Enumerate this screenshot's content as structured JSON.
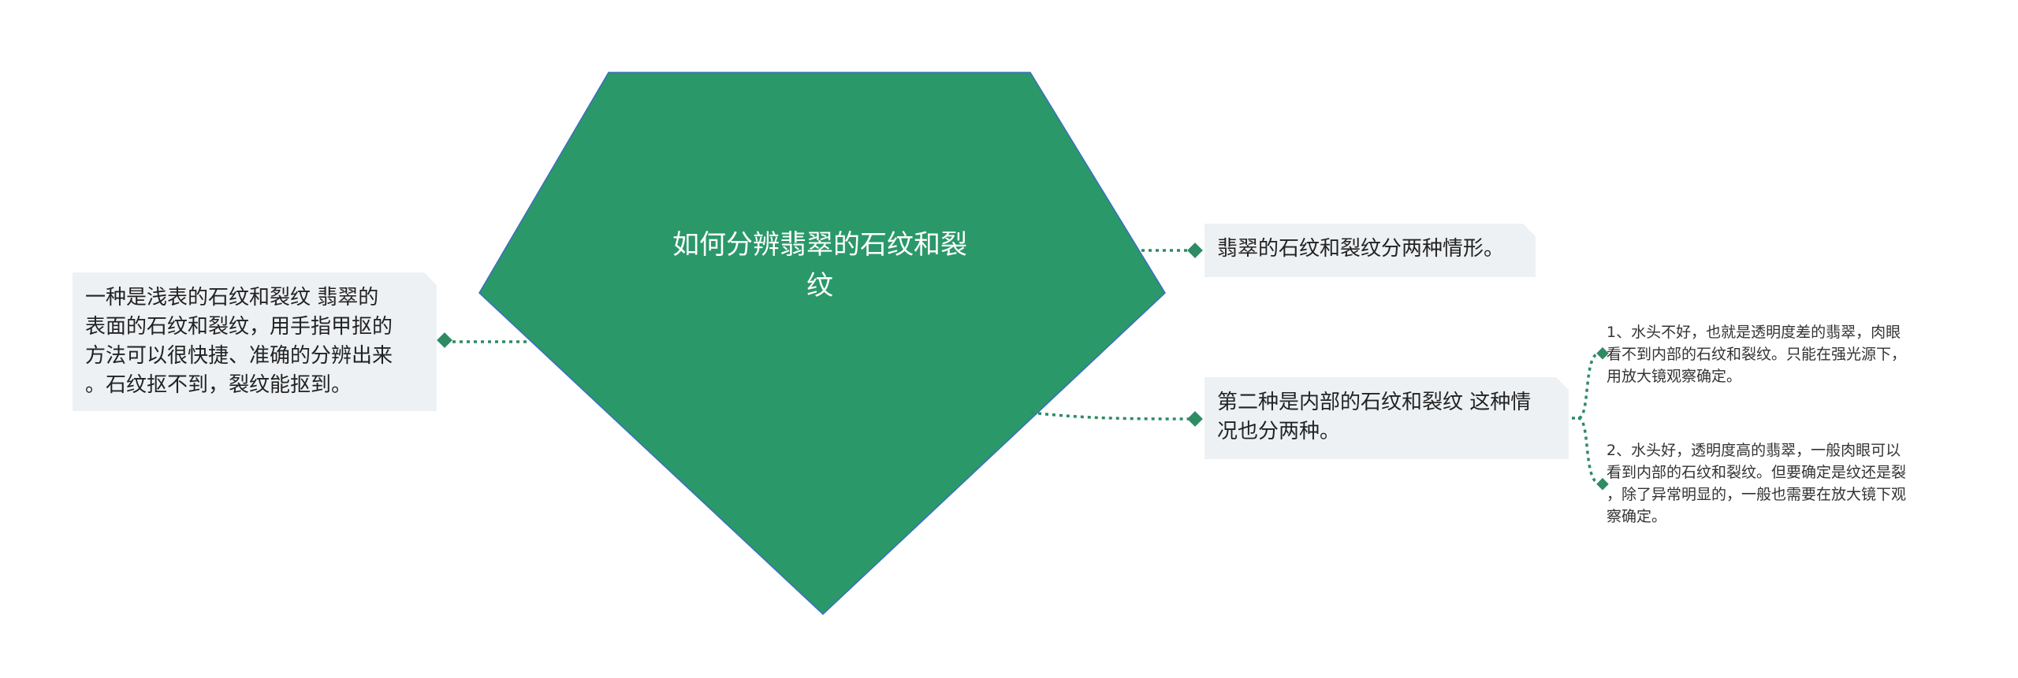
{
  "colors": {
    "central_fill": "#2a9868",
    "central_border": "#3a6fc2",
    "connector": "#2e8b63",
    "topic_bg": "#eef1f4",
    "text": "#222222"
  },
  "central": {
    "label": "如何分辨翡翠的石纹和裂\n纹"
  },
  "left_topic": {
    "text": " 一种是浅表的石纹和裂纹 翡翠的\n表面的石纹和裂纹，用手指甲抠的\n方法可以很快捷、准确的分辨出来\n。石纹抠不到，裂纹能抠到。"
  },
  "right_topics": [
    {
      "text": "翡翠的石纹和裂纹分两种情形。"
    },
    {
      "text": "第二种是内部的石纹和裂纹 这种情\n况也分两种。",
      "children": [
        {
          "text": "1、水头不好，也就是透明度差的翡翠，肉眼\n看不到内部的石纹和裂纹。只能在强光源下，\n用放大镜观察确定。"
        },
        {
          "text": "2、水头好，透明度高的翡翠，一般肉眼可以\n看到内部的石纹和裂纹。但要确定是纹还是裂\n，除了异常明显的，一般也需要在放大镜下观\n察确定。"
        }
      ]
    }
  ]
}
